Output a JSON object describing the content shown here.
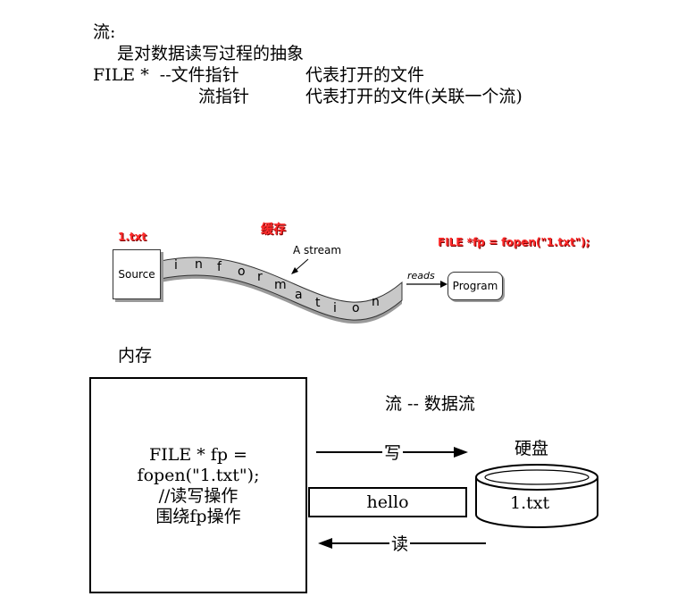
{
  "top_text": {
    "line1": "流:",
    "line2": "是对数据读写过程的抽象",
    "line3a": "FILE *  --文件指针",
    "line3b": "代表打开的文件",
    "line4a": "流指针",
    "line4b": "代表打开的文件(关联一个流)"
  },
  "stream_illustration": {
    "file_label": "1.txt",
    "cache_label": "缓存",
    "source_label": "Source",
    "stream_label": "A stream",
    "stream_letters": [
      "i",
      "n",
      "f",
      "o",
      "r",
      "m",
      "a",
      "t",
      "i",
      "o",
      "n"
    ],
    "reads_label": "reads",
    "program_label": "Program",
    "fopen_label": "FILE *fp = fopen(\"1.txt\");",
    "colors": {
      "highlight": "#ff2a2a",
      "stream_fill": "#c8c8c8"
    }
  },
  "memory_diagram": {
    "memory_label": "内存",
    "code_lines": [
      "FILE * fp =",
      "fopen(\"1.txt\");",
      "//读写操作",
      "围绕fp操作"
    ],
    "data_stream_label": "流 -- 数据流",
    "write_label": "写",
    "hello_label": "hello",
    "read_label": "读",
    "disk_label": "硬盘",
    "disk_file_label": "1.txt"
  }
}
